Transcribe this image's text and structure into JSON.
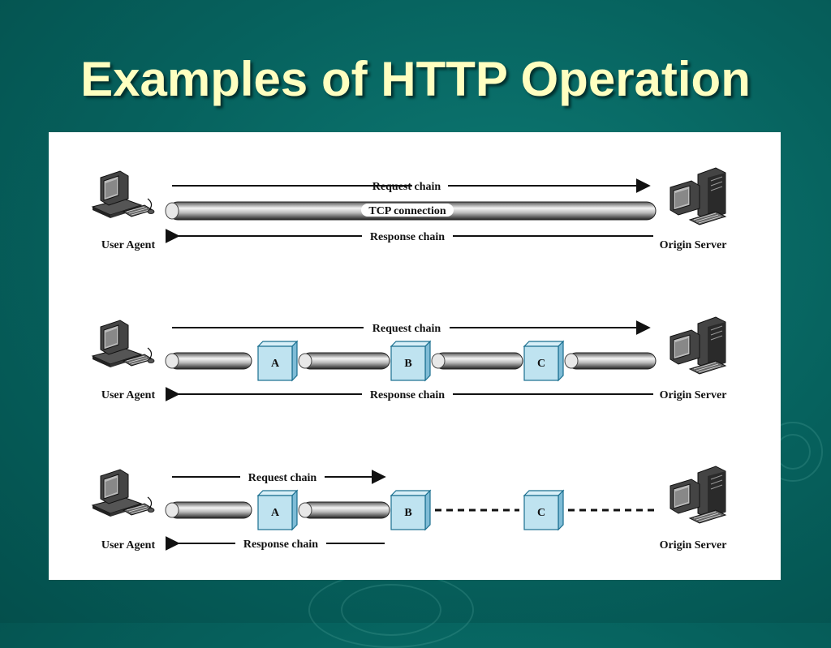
{
  "slide": {
    "title": "Examples of HTTP Operation"
  },
  "labels": {
    "user_agent": "User Agent",
    "origin_server": "Origin Server",
    "request_chain": "Request chain",
    "response_chain": "Response chain",
    "tcp_connection": "TCP connection"
  },
  "intermediaries": {
    "a": "A",
    "b": "B",
    "c": "C"
  },
  "colors": {
    "title": "#ffffc0",
    "background": "#06615d",
    "box_fill": "#bfe3f0",
    "box_stroke": "#1a6f8f"
  }
}
